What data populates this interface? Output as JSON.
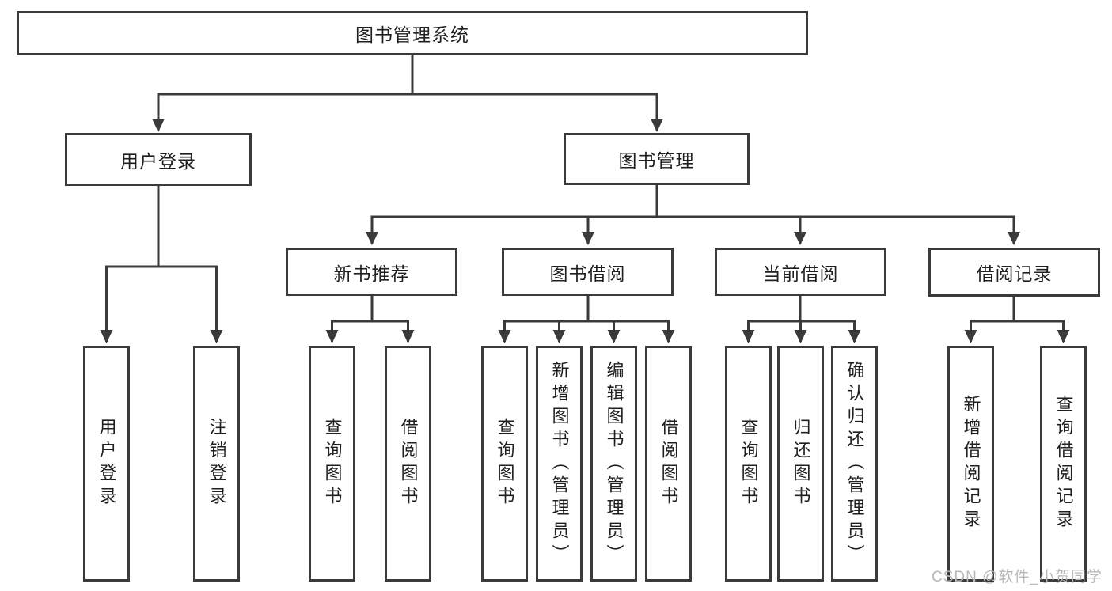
{
  "diagram": {
    "type": "function-structure-tree",
    "title": "图书管理系统",
    "colors": {
      "line": "#3a3a3a",
      "box_border": "#3a3a3a",
      "box_fill": "#ffffff",
      "text": "#1f1f1f",
      "background": "#ffffff",
      "watermark_text": "#b8b8b8"
    },
    "nodes": {
      "root": {
        "label": "图书管理系统"
      },
      "user_login": {
        "label": "用户登录"
      },
      "book_management": {
        "label": "图书管理"
      },
      "new_book_recommend": {
        "label": "新书推荐"
      },
      "book_borrowing": {
        "label": "图书借阅"
      },
      "current_borrowing": {
        "label": "当前借阅"
      },
      "borrowing_records": {
        "label": "借阅记录"
      },
      "leaf_user_login": {
        "label": "用户登录"
      },
      "leaf_logout": {
        "label": "注销登录"
      },
      "leaf_query_books_1": {
        "label": "查询图书"
      },
      "leaf_borrow_books_1": {
        "label": "借阅图书"
      },
      "leaf_query_books_2": {
        "label": "查询图书"
      },
      "leaf_add_books_admin": {
        "label": "新增图书（管理员）"
      },
      "leaf_edit_books_admin": {
        "label": "编辑图书（管理员）"
      },
      "leaf_borrow_books_2": {
        "label": "借阅图书"
      },
      "leaf_query_books_3": {
        "label": "查询图书"
      },
      "leaf_return_books": {
        "label": "归还图书"
      },
      "leaf_confirm_return_admin": {
        "label": "确认归还（管理员）"
      },
      "leaf_add_borrow_record": {
        "label": "新增借阅记录"
      },
      "leaf_query_borrow_record": {
        "label": "查询借阅记录"
      }
    },
    "hierarchy": {
      "图书管理系统": {
        "用户登录": [
          "用户登录",
          "注销登录"
        ],
        "图书管理": {
          "新书推荐": [
            "查询图书",
            "借阅图书"
          ],
          "图书借阅": [
            "查询图书",
            "新增图书（管理员）",
            "编辑图书（管理员）",
            "借阅图书"
          ],
          "当前借阅": [
            "查询图书",
            "归还图书",
            "确认归还（管理员）"
          ],
          "借阅记录": [
            "新增借阅记录",
            "查询借阅记录"
          ]
        }
      }
    },
    "watermark": {
      "text": "CSDN @软件_小贺同学"
    }
  }
}
